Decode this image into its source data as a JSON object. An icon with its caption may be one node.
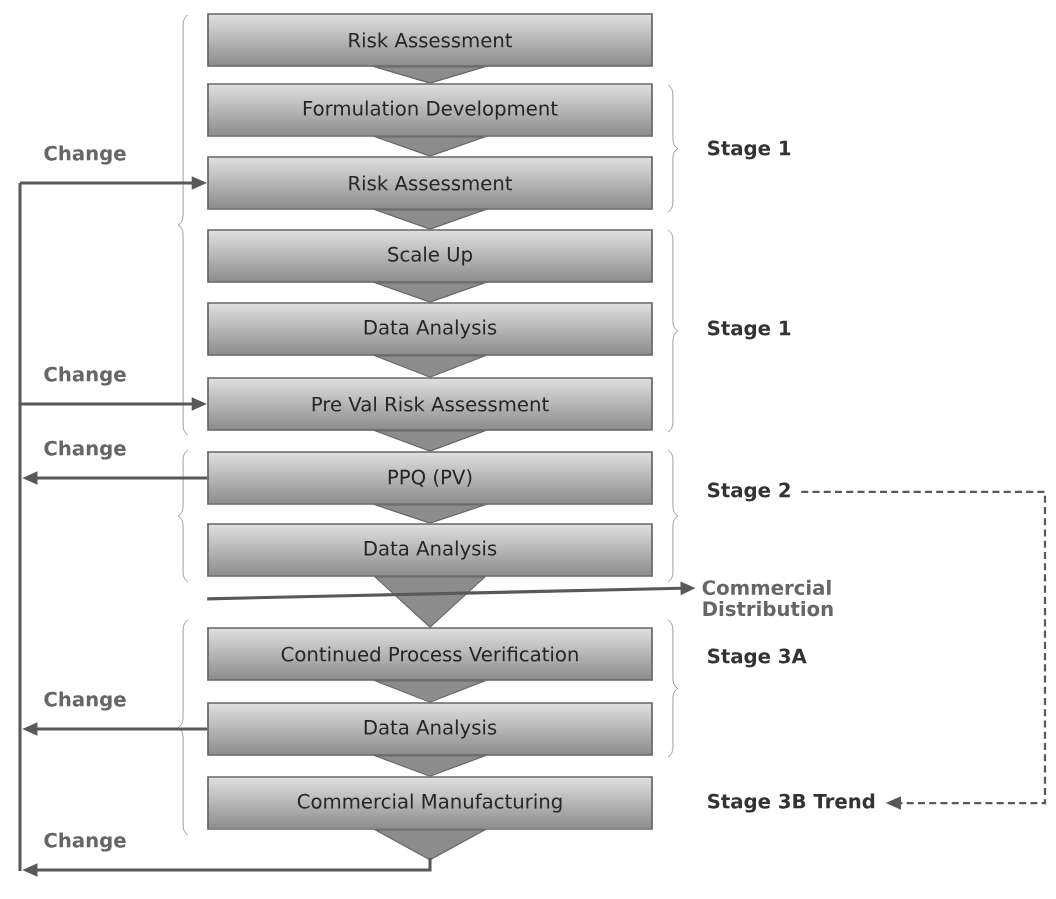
{
  "diagram": {
    "nodes": [
      {
        "text": [
          "Risk Assessment"
        ]
      },
      {
        "text": [
          "Formulation Development"
        ]
      },
      {
        "text": [
          "Risk Assessment"
        ]
      },
      {
        "text": [
          "Scale Up"
        ]
      },
      {
        "text": [
          "Data Analysis"
        ]
      },
      {
        "text": [
          "Pre Val Risk Assessment"
        ]
      },
      {
        "text": [
          "PPQ (PV)"
        ]
      },
      {
        "text": [
          "Data Analysis"
        ]
      },
      {
        "text": [
          "Continued Process Verification"
        ]
      },
      {
        "text": [
          "Data Analysis"
        ]
      },
      {
        "text": [
          "Commercial Manufacturing"
        ]
      },
      {
        "text": [
          "Stage 1"
        ]
      },
      {
        "text": [
          "Stage 1"
        ]
      },
      {
        "text": [
          "Stage 2"
        ]
      },
      {
        "text": [
          "Commercial Distribution"
        ]
      },
      {
        "text": [
          "Stage 3A"
        ]
      },
      {
        "text": [
          "Stage 3B Trend"
        ]
      }
    ],
    "edges": [
      {
        "from": 0,
        "to": 1,
        "arrow": "to"
      },
      {
        "from": 1,
        "to": 2,
        "arrow": "to"
      },
      {
        "from": 2,
        "to": 3,
        "arrow": "to"
      },
      {
        "from": 3,
        "to": 4,
        "arrow": "to"
      },
      {
        "from": 4,
        "to": 5,
        "arrow": "to"
      },
      {
        "from": 5,
        "to": 6,
        "arrow": "to"
      },
      {
        "from": 6,
        "to": 7,
        "arrow": "to"
      },
      {
        "from": 7,
        "to": 8,
        "arrow": "to"
      },
      {
        "from": 8,
        "to": 9,
        "arrow": "to"
      },
      {
        "from": 9,
        "to": 10,
        "arrow": "to"
      },
      {
        "from": null,
        "to": 2,
        "arrow": "to",
        "label": "Change"
      },
      {
        "from": null,
        "to": 5,
        "arrow": "to",
        "label": "Change"
      },
      {
        "from": 6,
        "to": null,
        "arrow": "to",
        "label": "Change"
      },
      {
        "from": 7,
        "to": 14,
        "arrow": "to"
      },
      {
        "from": 9,
        "to": null,
        "arrow": "to",
        "label": "Change"
      },
      {
        "from": 13,
        "to": 16,
        "arrow": "to",
        "style": "dashed"
      },
      {
        "from": 10,
        "to": null,
        "arrow": "to",
        "label": "Change"
      }
    ]
  }
}
